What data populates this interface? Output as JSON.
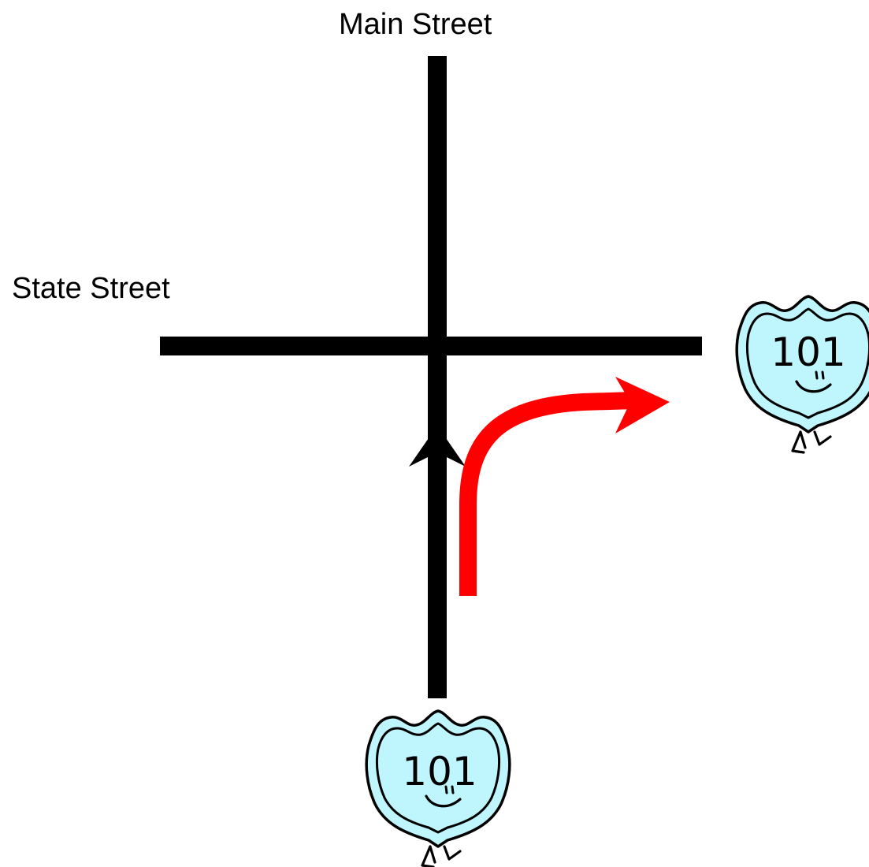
{
  "labels": {
    "main_street": "Main Street",
    "state_street": "State Street"
  },
  "shields": {
    "route_number": "101"
  },
  "colors": {
    "road": "#000000",
    "route_arrow": "#ff0000",
    "shield_fill": "#bff6fd",
    "shield_stroke": "#000000"
  },
  "icons": {
    "shield": "highway-shield-icon",
    "direction_arrow": "arrow-up-icon",
    "turn_arrow": "right-turn-arrow-icon"
  }
}
